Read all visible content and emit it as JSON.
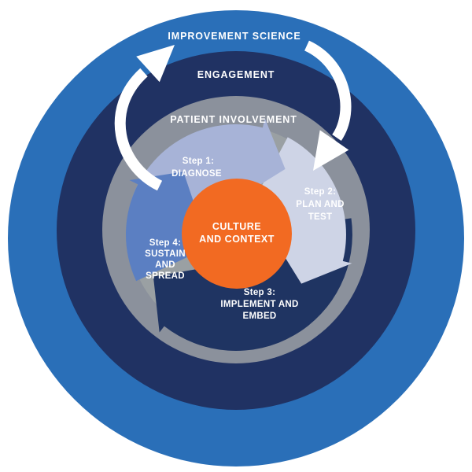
{
  "rings": [
    {
      "label": "IMPROVEMENT SCIENCE",
      "color": "#2a6fb8"
    },
    {
      "label": "ENGAGEMENT",
      "color": "#203263"
    },
    {
      "label": "PATIENT INVOLVEMENT",
      "color": "#8b919c"
    }
  ],
  "inner_disc": {
    "color": "#9aa0a3"
  },
  "cycle": {
    "steps": [
      {
        "step_label": "Step 1:",
        "lines": [
          "DIAGNOSE"
        ],
        "color": "#a7b3d7"
      },
      {
        "step_label": "Step 2:",
        "lines": [
          "PLAN AND",
          "TEST"
        ],
        "color": "#ced4e6"
      },
      {
        "step_label": "Step 3:",
        "lines": [
          "IMPLEMENT AND",
          "EMBED"
        ],
        "color": "#1f3462"
      },
      {
        "step_label": "Step 4:",
        "lines": [
          "SUSTAIN",
          "AND",
          "SPREAD"
        ],
        "color": "#5b7fc2"
      }
    ]
  },
  "center": {
    "lines": [
      "CULTURE",
      "AND CONTEXT"
    ],
    "color": "#f26a22"
  },
  "connectors": {
    "color": "#ffffff"
  },
  "background_color": "#ffffff",
  "label_color": "#ffffff"
}
